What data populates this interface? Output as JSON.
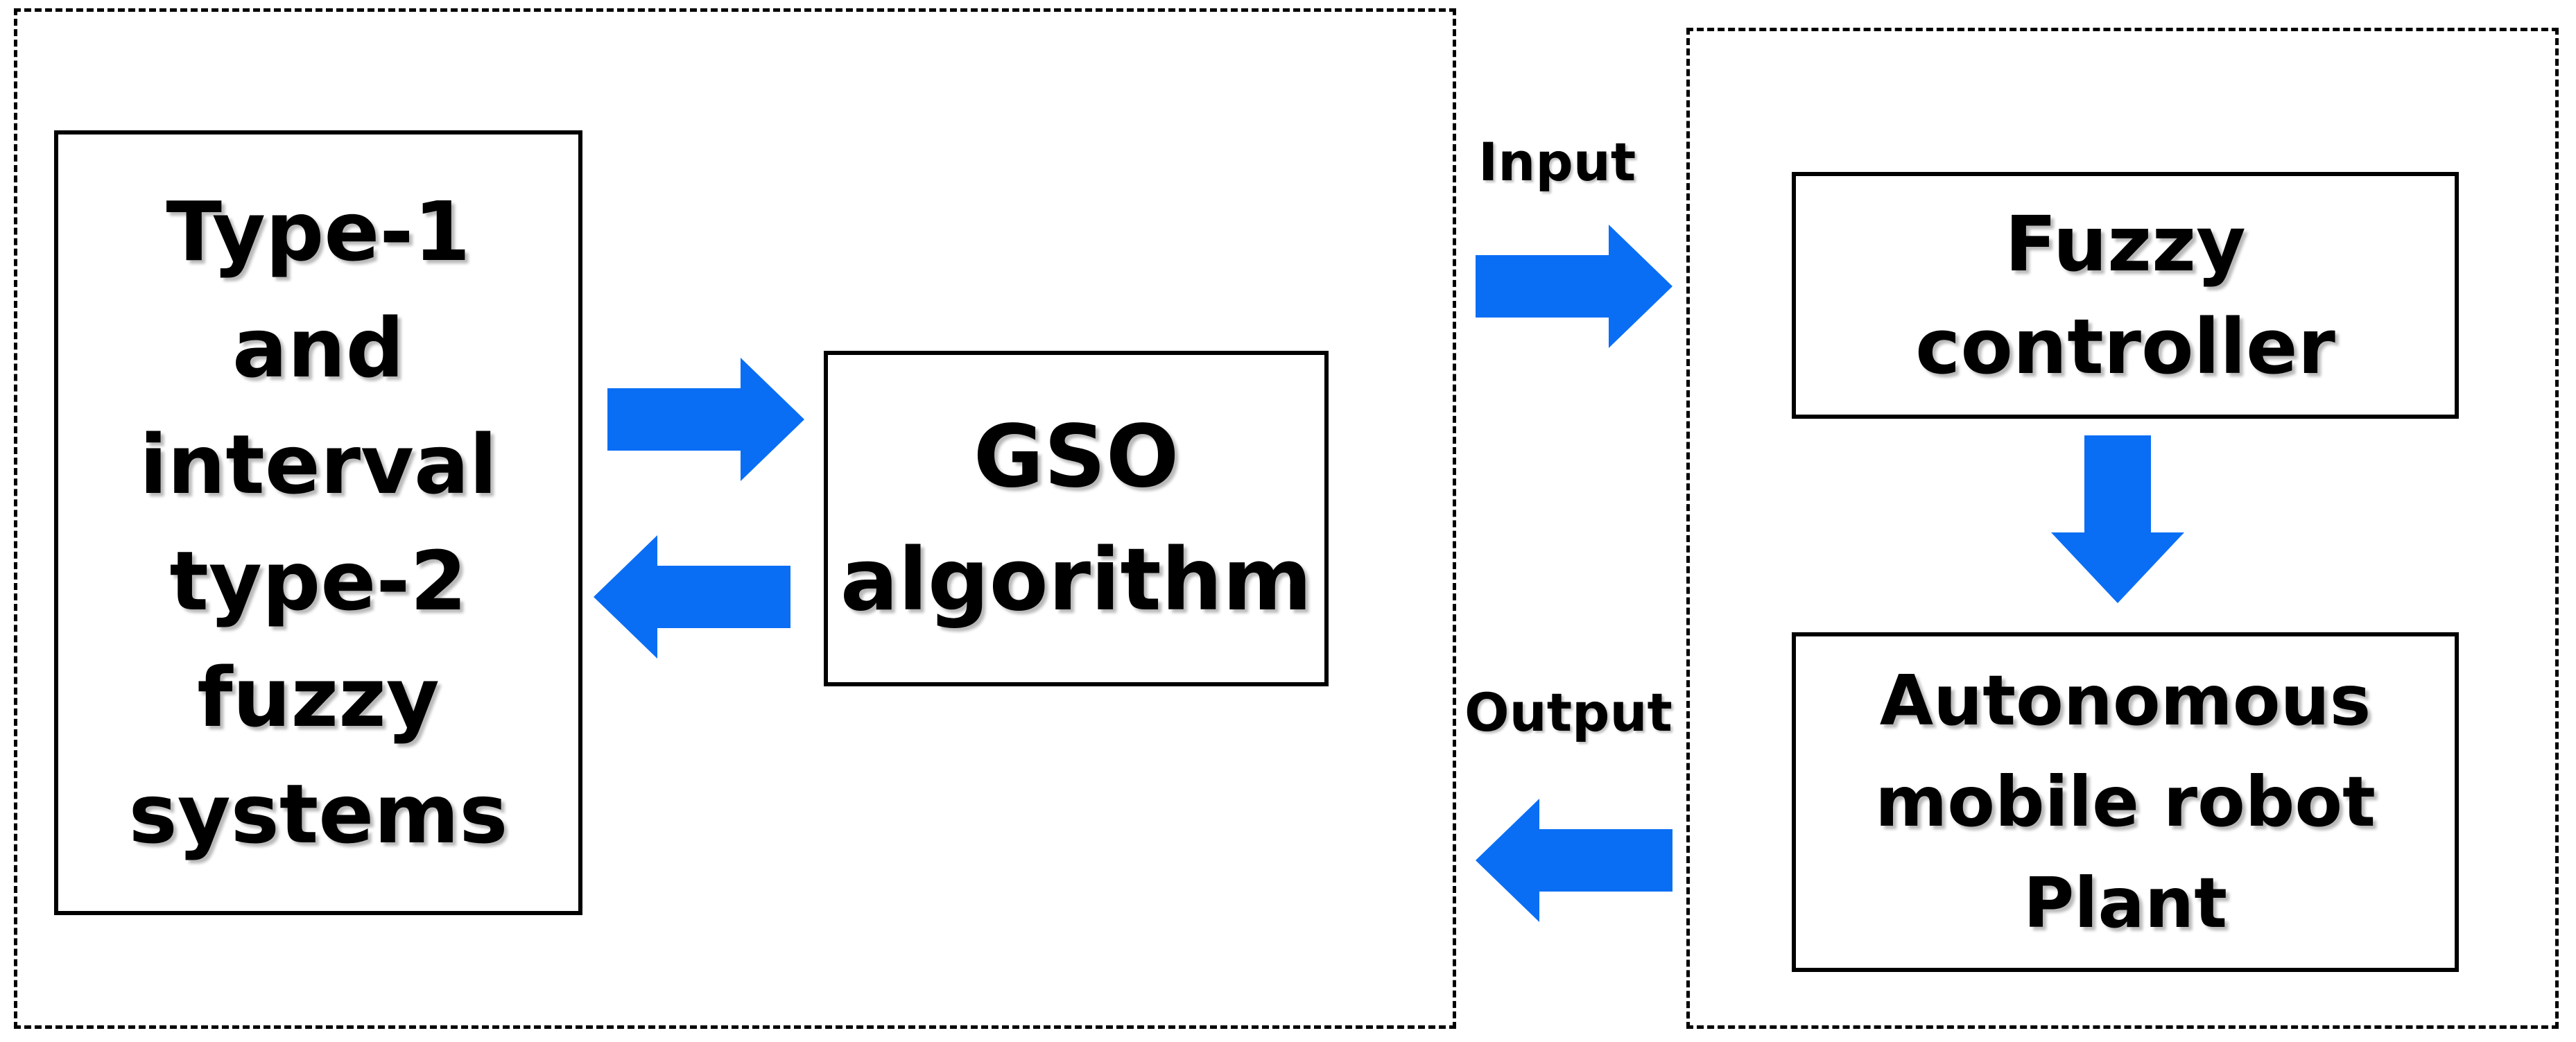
{
  "colors": {
    "arrow": "#0A6EF5",
    "border": "#000000",
    "background": "#FFFFFF"
  },
  "blocks": {
    "fuzzy_systems": "Type-1\nand\ninterval\ntype-2\nfuzzy\nsystems",
    "gso": "GSO\nalgorithm",
    "fuzzy_controller": "Fuzzy\ncontroller",
    "robot_plant": "Autonomous\nmobile robot\nPlant"
  },
  "labels": {
    "input": "Input",
    "output": "Output"
  },
  "icons": {
    "arrow_to_gso": "arrow-right-icon",
    "arrow_to_fuzzy_systems": "arrow-left-icon",
    "arrow_input": "arrow-right-icon",
    "arrow_controller_to_plant": "arrow-down-icon",
    "arrow_output": "arrow-left-icon"
  }
}
